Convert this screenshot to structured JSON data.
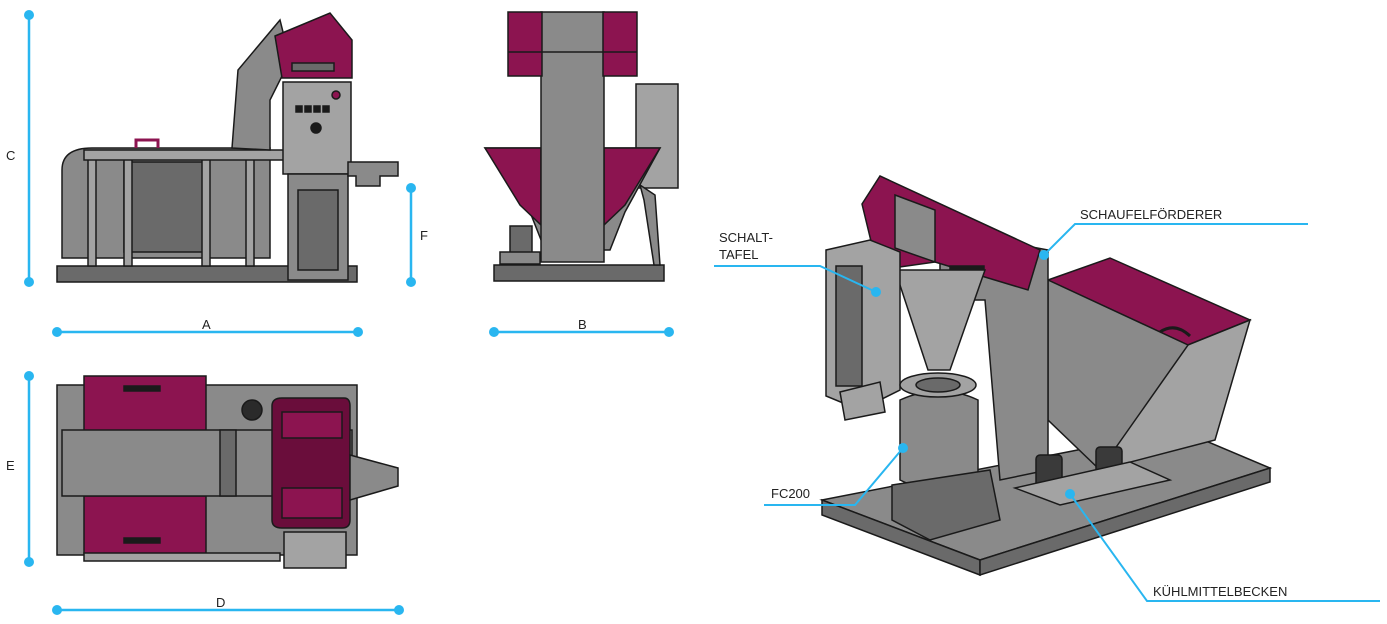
{
  "colors": {
    "body": "#8a8a8a",
    "body_light": "#a3a3a3",
    "body_dark": "#6a6a6a",
    "accent": "#8c1450",
    "accent_dark": "#6a0d3b",
    "outline": "#1a1a1a",
    "dimension": "#29b6f0",
    "text": "#222222"
  },
  "dimensions": {
    "a": "A",
    "b": "B",
    "c": "C",
    "d": "D",
    "e": "E",
    "f": "F"
  },
  "callouts": {
    "control_panel_line1": "SCHALT-",
    "control_panel_line2": "TAFEL",
    "bucket_conveyor": "SCHAUFELFÖRDERER",
    "fc200": "FC200",
    "coolant_tank": "KÜHLMITTELBECKEN"
  }
}
